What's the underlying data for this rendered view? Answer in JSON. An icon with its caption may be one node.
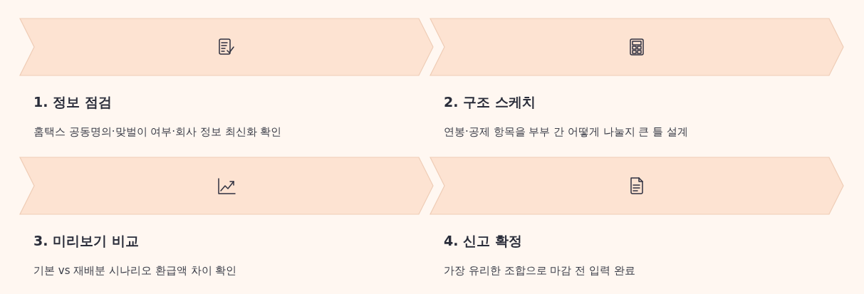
{
  "diagram": {
    "nodes": [
      {
        "text": [
          "1. 정보 점검",
          "홈택스 공동명의·맞벌이 여부·회사 정보 최신화 확인"
        ]
      },
      {
        "text": [
          "2. 구조 스케치",
          "연봉·공제 항목을 부부 간 어떻게 나눌지 큰 틀 설계"
        ]
      },
      {
        "text": [
          "3. 미리보기 비교",
          "기본 vs 재배분 시나리오 환급액 차이 확인"
        ]
      },
      {
        "text": [
          "4. 신고 확정",
          "가장 유리한 조합으로 마감 전 입력 완료"
        ]
      }
    ],
    "edges": []
  }
}
